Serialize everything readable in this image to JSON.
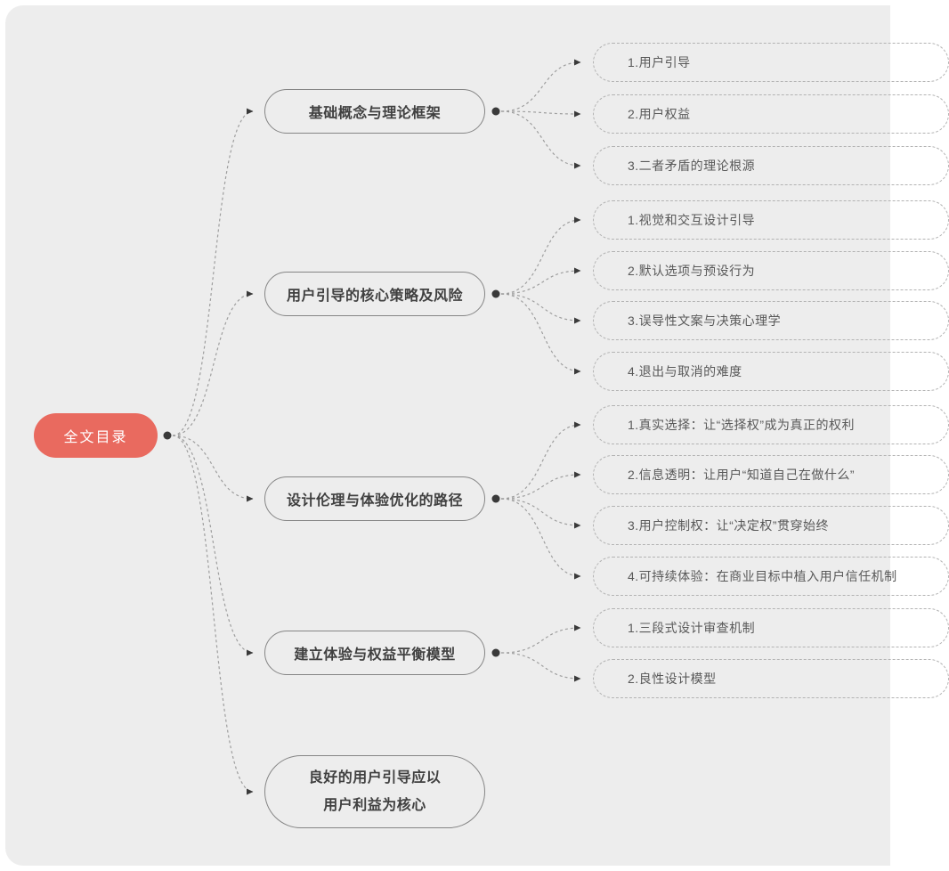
{
  "mindmap": {
    "root": {
      "label": "全文目录"
    },
    "branches": [
      {
        "label": "基础概念与理论框架",
        "children": [
          {
            "label": "1.用户引导"
          },
          {
            "label": "2.用户权益"
          },
          {
            "label": "3.二者矛盾的理论根源"
          }
        ]
      },
      {
        "label": "用户引导的核心策略及风险",
        "children": [
          {
            "label": "1.视觉和交互设计引导"
          },
          {
            "label": "2.默认选项与预设行为"
          },
          {
            "label": "3.误导性文案与决策心理学"
          },
          {
            "label": "4.退出与取消的难度"
          }
        ]
      },
      {
        "label": "设计伦理与体验优化的路径",
        "children": [
          {
            "label": "1.真实选择：让“选择权”成为真正的权利"
          },
          {
            "label": "2.信息透明：让用户“知道自己在做什么”"
          },
          {
            "label": "3.用户控制权：让“决定权”贯穿始终"
          },
          {
            "label": "4.可持续体验：在商业目标中植入用户信任机制"
          }
        ]
      },
      {
        "label": "建立体验与权益平衡模型",
        "children": [
          {
            "label": "1.三段式设计审查机制"
          },
          {
            "label": "2.良性设计模型"
          }
        ]
      },
      {
        "label": "良好的用户引导应以用户利益为核心",
        "label_lines": [
          "良好的用户引导应以",
          "用户利益为核心"
        ],
        "children": []
      }
    ],
    "colors": {
      "root_fill": "#e96a5f",
      "root_text": "#ffffff",
      "canvas_bg": "#ededed",
      "branch_border": "#858585",
      "branch_text": "#404040",
      "leaf_border": "#b3b3b3",
      "leaf_text": "#595959",
      "connector": "#9e9e9e",
      "dot_and_arrow": "#3a3a3a"
    }
  }
}
